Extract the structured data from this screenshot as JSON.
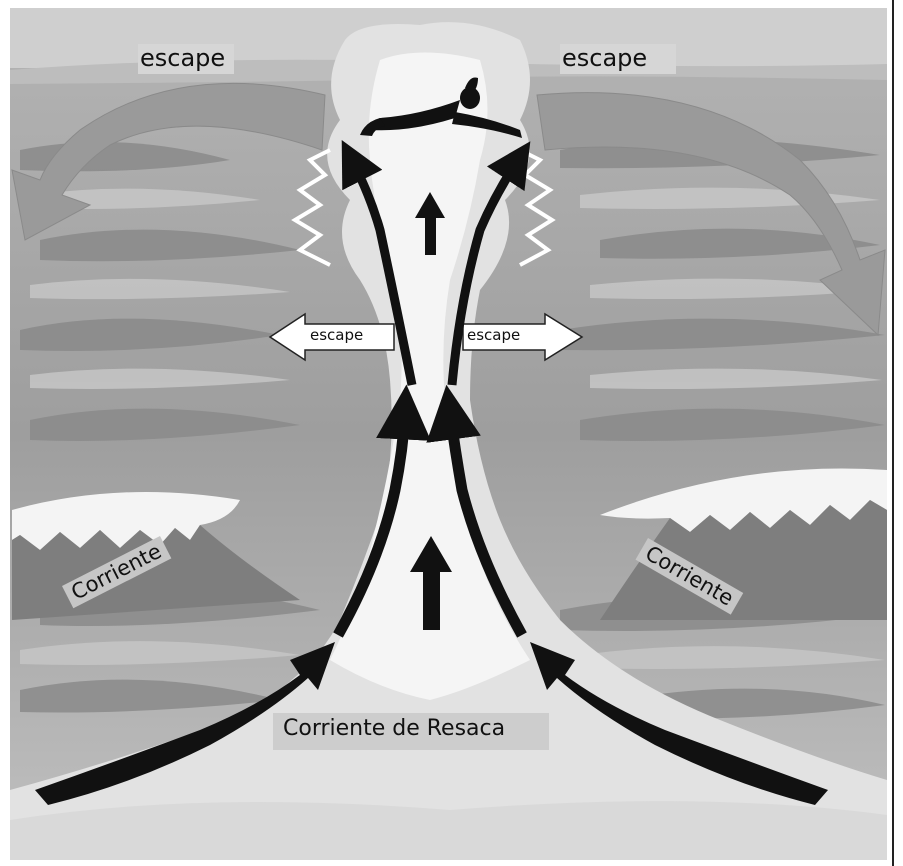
{
  "labels": {
    "escape_top_left": "escape",
    "escape_top_right": "escape",
    "escape_mid_left": "escape",
    "escape_mid_right": "escape",
    "current_left": "Corriente",
    "current_right": "Corriente",
    "rip_current": "Corriente de Resaca"
  },
  "colors": {
    "sea_dark": "#8c8c8c",
    "sea_mid": "#a8a8a8",
    "sea_light": "#c8c8c8",
    "foam": "#f4f4f4",
    "rip_arrow": "#111111",
    "escape_arrow_big": "#9a9a9a"
  },
  "icons": {
    "swimmer": "swimmer-icon"
  }
}
